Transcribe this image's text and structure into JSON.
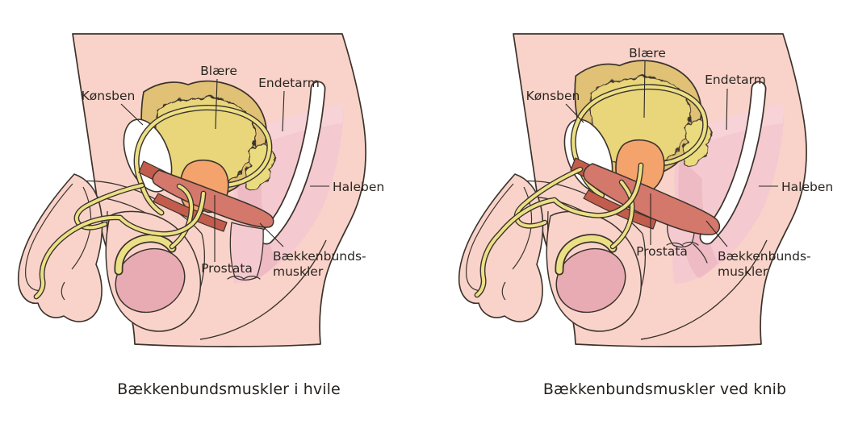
{
  "figure": {
    "panels": [
      {
        "id": "hvile",
        "caption": "Bækkenbundsmuskler i hvile",
        "labels": {
          "blaere": "Blære",
          "endetarm": "Endetarm",
          "koensben": "Kønsben",
          "haleben": "Haleben",
          "prostata": "Prostata",
          "baekkenbund_1": "Bækkenbunds-",
          "baekkenbund_2": "muskler"
        }
      },
      {
        "id": "knib",
        "caption": "Bækkenbundsmuskler ved knib",
        "labels": {
          "blaere": "Blære",
          "endetarm": "Endetarm",
          "koensben": "Kønsben",
          "haleben": "Haleben",
          "prostata": "Prostata",
          "baekkenbund_1": "Bækkenbunds-",
          "baekkenbund_2": "muskler"
        }
      }
    ],
    "colors": {
      "skin": "#f9d3c9",
      "outline": "#3b332c",
      "bladder_outer": "#e0c175",
      "bladder_inner": "#e9d57a",
      "tube_yellow": "#ece085",
      "vesicle": "#ebdb7f",
      "prostate": "#f3a36b",
      "muscle": "#d4786b",
      "muscle_dark": "#c25c4d",
      "rectum": "#f4c9cf",
      "rectum_deep": "#eebac3",
      "rectum_fade": "#f7d3d7",
      "testicle": "#e9abb3",
      "bone": "#ffffff",
      "label_text": "#2a2521",
      "leader_line": "#2b2622"
    }
  }
}
